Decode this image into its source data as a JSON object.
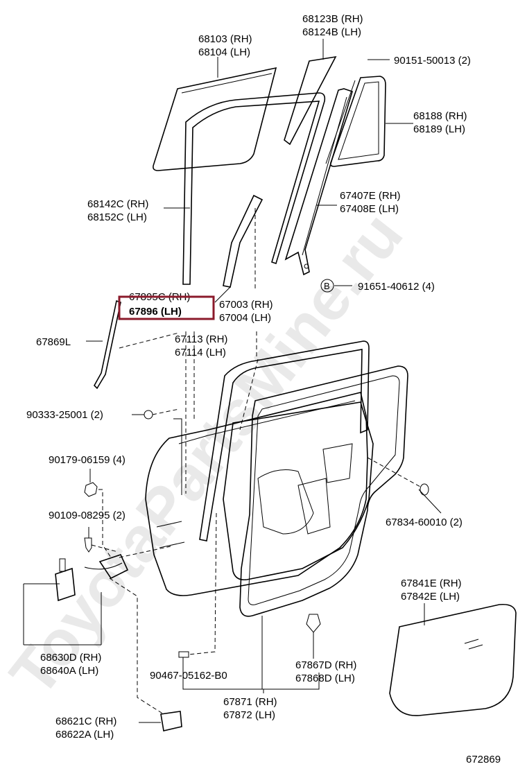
{
  "diagram": {
    "watermark": "ToyotaPartsMine.ru",
    "ref_code": "672869",
    "highlight_color": "#8b1a2b",
    "labels": [
      {
        "id": "68103",
        "lines": [
          "68103 (RH)",
          "68104 (LH)"
        ]
      },
      {
        "id": "68123B",
        "lines": [
          "68123B (RH)",
          "68124B (LH)"
        ]
      },
      {
        "id": "90151",
        "lines": [
          "90151-50013 (2)"
        ]
      },
      {
        "id": "68188",
        "lines": [
          "68188 (RH)",
          "68189 (LH)"
        ]
      },
      {
        "id": "68142C",
        "lines": [
          "68142C (RH)",
          "68152C (LH)"
        ]
      },
      {
        "id": "67407E",
        "lines": [
          "67407E (RH)",
          "67408E (LH)"
        ]
      },
      {
        "id": "91651",
        "lines": [
          "91651-40612 (4)"
        ]
      },
      {
        "id": "67895C",
        "lines": [
          "67895C (RH)",
          "67896   (LH)"
        ]
      },
      {
        "id": "67003",
        "lines": [
          "67003 (RH)",
          "67004 (LH)"
        ]
      },
      {
        "id": "67869L",
        "lines": [
          "67869L"
        ]
      },
      {
        "id": "67113",
        "lines": [
          "67113 (RH)",
          "67114 (LH)"
        ]
      },
      {
        "id": "90333",
        "lines": [
          "90333-25001 (2)"
        ]
      },
      {
        "id": "90179",
        "lines": [
          "90179-06159 (4)"
        ]
      },
      {
        "id": "90109",
        "lines": [
          "90109-08295 (2)"
        ]
      },
      {
        "id": "67834",
        "lines": [
          "67834-60010 (2)"
        ]
      },
      {
        "id": "67841E",
        "lines": [
          "67841E (RH)",
          "67842E (LH)"
        ]
      },
      {
        "id": "68630D",
        "lines": [
          "68630D (RH)",
          "68640A (LH)"
        ]
      },
      {
        "id": "67867D",
        "lines": [
          "67867D (RH)",
          "67868D (LH)"
        ]
      },
      {
        "id": "90467",
        "lines": [
          "90467-05162-B0"
        ]
      },
      {
        "id": "67871",
        "lines": [
          "67871 (RH)",
          "67872 (LH)"
        ]
      },
      {
        "id": "68621C",
        "lines": [
          "68621C (RH)",
          "68622A (LH)"
        ]
      }
    ],
    "callout_letter": "B"
  }
}
